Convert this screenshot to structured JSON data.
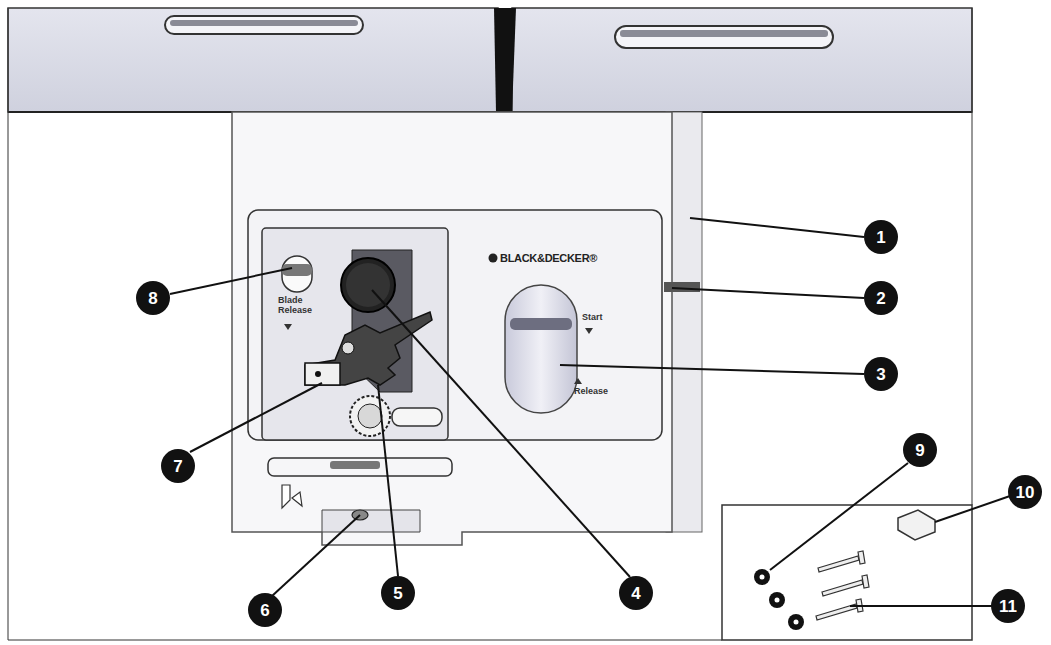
{
  "diagram": {
    "labels": [
      "BLACK&DECKER®",
      "Blade Release",
      "Start",
      "Release",
      "1",
      "2",
      "3",
      "4",
      "5",
      "6",
      "7",
      "8",
      "9",
      "10",
      "11"
    ]
  }
}
